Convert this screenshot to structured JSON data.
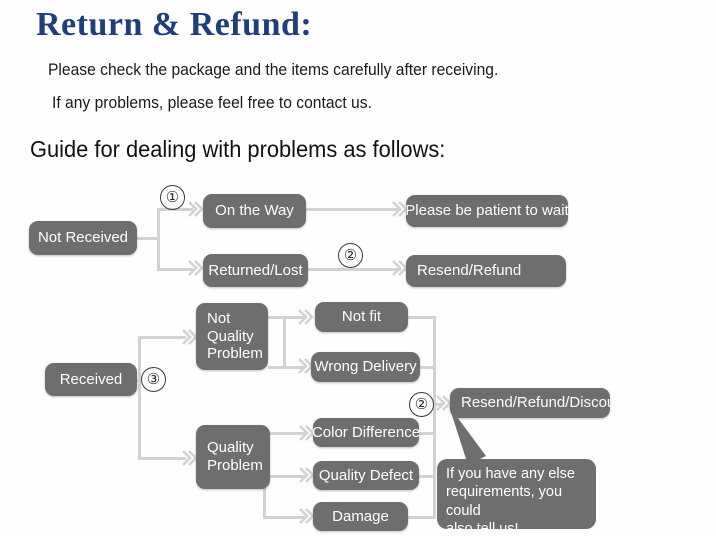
{
  "header": {
    "title": "Return & Refund:",
    "line1": "Please check the package and the items carefully after receiving.",
    "line2": "If any problems, please feel free to contact us.",
    "guide": "Guide for dealing with problems as follows:"
  },
  "colors": {
    "title": "#1f3e7c",
    "node_fill": "#6e6e6e",
    "node_text": "#ffffff",
    "connector": "#d2d2d2",
    "body_text": "#1a1a1a",
    "background": "#ffffff"
  },
  "flowchart": {
    "nodes": {
      "not_received": "Not Received",
      "on_the_way": "On the Way",
      "returned_lost": "Returned/Lost",
      "please_be_patient": "Please be patient to wait",
      "resend_refund": "Resend/Refund",
      "received": "Received",
      "not_quality_problem": "Not\nQuality\nProblem",
      "quality_problem": "Quality\nProblem",
      "not_fit": "Not fit",
      "wrong_delivery": "Wrong Delivery",
      "color_difference": "Color Difference",
      "quality_defect": "Quality Defect",
      "damage": "Damage",
      "resend_refund_discount": "Resend/Refund/Discount"
    },
    "step_markers": {
      "one": "①",
      "two_top": "②",
      "three": "③",
      "two_bottom": "②"
    },
    "callout": "If you have any else\nrequirements, you could\nalso tell us!"
  }
}
